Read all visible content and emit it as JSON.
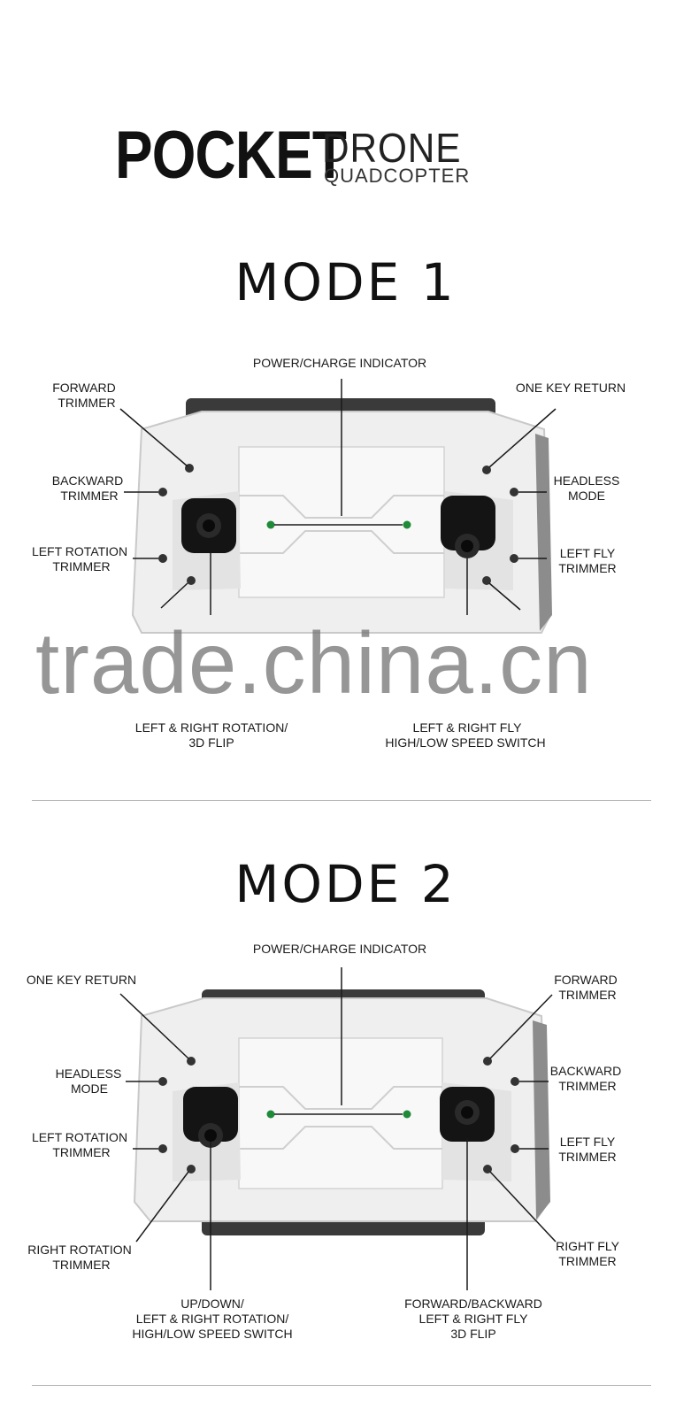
{
  "brand": {
    "pocket": "POCKET",
    "drone": "DRONE",
    "quadcopter": "QUADCOPTER"
  },
  "mode1": {
    "title": "MODE 1",
    "labels": {
      "power_indicator": "POWER/CHARGE INDICATOR",
      "forward_trimmer": [
        "FORWARD",
        "TRIMMER"
      ],
      "backward_trimmer": [
        "BACKWARD",
        "TRIMMER"
      ],
      "left_rotation_trimmer": [
        "LEFT ROTATION",
        "TRIMMER"
      ],
      "one_key_return": [
        "ONE KEY RETURN"
      ],
      "headless_mode": [
        "HEADLESS",
        "MODE"
      ],
      "left_fly_trimmer": [
        "LEFT FLY",
        "TRIMMER"
      ],
      "left_stick": [
        "LEFT & RIGHT ROTATION/",
        "3D FLIP"
      ],
      "right_stick": [
        "LEFT & RIGHT FLY",
        "HIGH/LOW SPEED SWITCH"
      ]
    }
  },
  "mode2": {
    "title": "MODE 2",
    "labels": {
      "power_indicator": "POWER/CHARGE INDICATOR",
      "one_key_return": [
        "ONE KEY RETURN"
      ],
      "headless_mode": [
        "HEADLESS",
        "MODE"
      ],
      "left_rotation_trimmer": [
        "LEFT ROTATION",
        "TRIMMER"
      ],
      "right_rotation_trimmer": [
        "RIGHT ROTATION",
        "TRIMMER"
      ],
      "forward_trimmer": [
        "FORWARD",
        "TRIMMER"
      ],
      "backward_trimmer": [
        "BACKWARD",
        "TRIMMER"
      ],
      "left_fly_trimmer": [
        "LEFT FLY",
        "TRIMMER"
      ],
      "right_fly_trimmer": [
        "RIGHT FLY",
        "TRIMMER"
      ],
      "left_stick": [
        "UP/DOWN/",
        "LEFT & RIGHT ROTATION/",
        "HIGH/LOW SPEED SWITCH"
      ],
      "right_stick": [
        "FORWARD/BACKWARD",
        "LEFT & RIGHT FLY",
        "3D FLIP"
      ]
    }
  },
  "watermark": "trade.china.cn",
  "colors": {
    "controller_body": "#f3f3f3",
    "controller_grip": "#3a3a3a",
    "led": "#1f8a3a",
    "leader_line": "#1a1a1a"
  }
}
